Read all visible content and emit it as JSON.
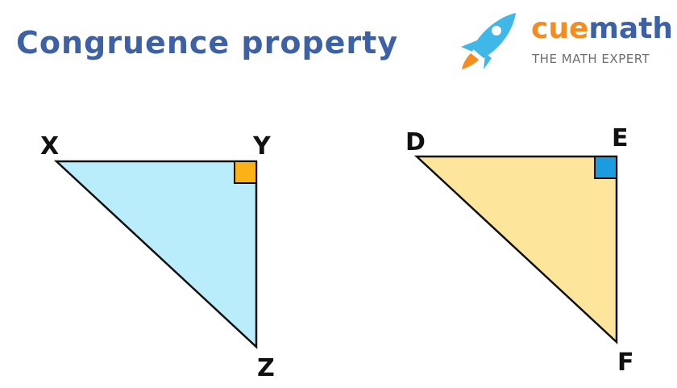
{
  "header": {
    "title": "Congruence property"
  },
  "logo": {
    "brand_part1": "cue",
    "brand_part2": "math",
    "tagline": "THE MATH EXPERT",
    "brand_orange": "#f68b1f",
    "brand_blue": "#3d61a6",
    "rocket_color": "#3fb8e8"
  },
  "triangles": [
    {
      "vertex_labels": [
        "X",
        "Y",
        "Z"
      ],
      "right_angle_at": "Y",
      "fill_color": "#b9edfb",
      "right_angle_marker_color": "#fbb216"
    },
    {
      "vertex_labels": [
        "D",
        "E",
        "F"
      ],
      "right_angle_at": "E",
      "fill_color": "#fde69b",
      "right_angle_marker_color": "#1b9cdf"
    }
  ]
}
